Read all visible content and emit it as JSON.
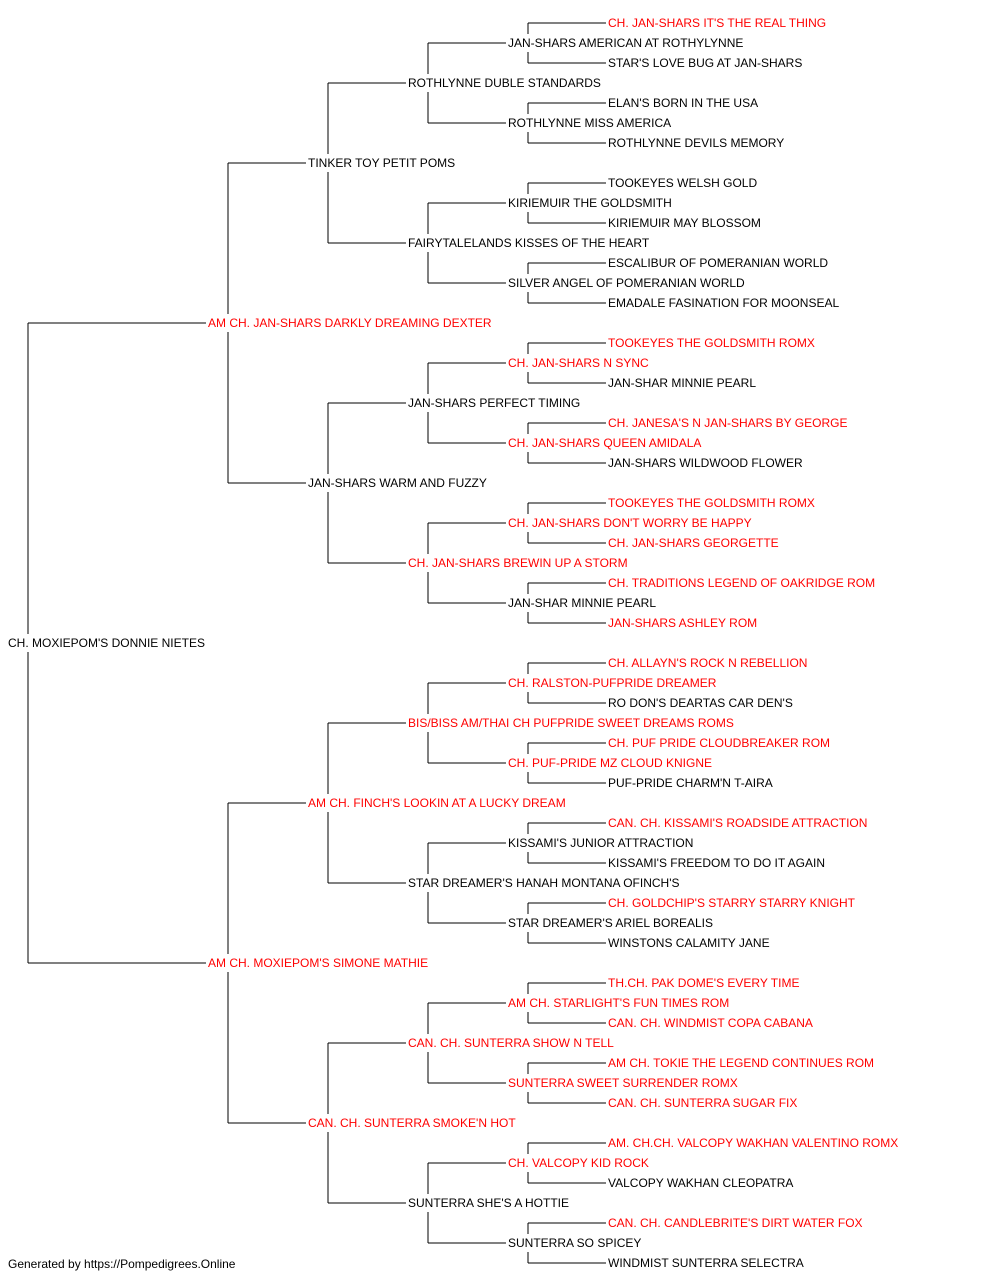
{
  "colors": {
    "champion": "#ff0000",
    "regular": "#000000",
    "line": "#000000"
  },
  "pedigree": {
    "name": "CH. MOXIEPOM'S DONNIE NIETES",
    "champion": false,
    "sire": {
      "name": "AM CH. JAN-SHARS DARKLY DREAMING DEXTER",
      "champion": true,
      "sire": {
        "name": "TINKER TOY PETIT POMS",
        "champion": false,
        "sire": {
          "name": "ROTHLYNNE DUBLE STANDARDS",
          "champion": false,
          "sire": {
            "name": "JAN-SHARS AMERICAN AT ROTHYLYNNE",
            "champion": false,
            "sire": {
              "name": "CH. JAN-SHARS IT'S THE REAL THING",
              "champion": true
            },
            "dam": {
              "name": "STAR'S LOVE BUG AT JAN-SHARS",
              "champion": false
            }
          },
          "dam": {
            "name": "ROTHLYNNE MISS AMERICA",
            "champion": false,
            "sire": {
              "name": "ELAN'S BORN IN THE USA",
              "champion": false
            },
            "dam": {
              "name": "ROTHLYNNE DEVILS MEMORY",
              "champion": false
            }
          }
        },
        "dam": {
          "name": "FAIRYTALELANDS KISSES OF THE HEART",
          "champion": false,
          "sire": {
            "name": "KIRIEMUIR THE GOLDSMITH",
            "champion": false,
            "sire": {
              "name": "TOOKEYES WELSH GOLD",
              "champion": false
            },
            "dam": {
              "name": "KIRIEMUIR MAY BLOSSOM",
              "champion": false
            }
          },
          "dam": {
            "name": "SILVER ANGEL OF POMERANIAN WORLD",
            "champion": false,
            "sire": {
              "name": "ESCALIBUR OF POMERANIAN WORLD",
              "champion": false
            },
            "dam": {
              "name": "EMADALE FASINATION FOR MOONSEAL",
              "champion": false
            }
          }
        }
      },
      "dam": {
        "name": "JAN-SHARS WARM AND FUZZY",
        "champion": false,
        "sire": {
          "name": "JAN-SHARS PERFECT TIMING",
          "champion": false,
          "sire": {
            "name": "CH. JAN-SHARS N SYNC",
            "champion": true,
            "sire": {
              "name": "TOOKEYES THE GOLDSMITH ROMX",
              "champion": true
            },
            "dam": {
              "name": "JAN-SHAR MINNIE PEARL",
              "champion": false
            }
          },
          "dam": {
            "name": "CH. JAN-SHARS QUEEN AMIDALA",
            "champion": true,
            "sire": {
              "name": "CH. JANESA'S N JAN-SHARS BY GEORGE",
              "champion": true
            },
            "dam": {
              "name": "JAN-SHARS WILDWOOD FLOWER",
              "champion": false
            }
          }
        },
        "dam": {
          "name": "CH. JAN-SHARS BREWIN UP A STORM",
          "champion": true,
          "sire": {
            "name": "CH. JAN-SHARS DON'T WORRY BE HAPPY",
            "champion": true,
            "sire": {
              "name": "TOOKEYES THE GOLDSMITH ROMX",
              "champion": true
            },
            "dam": {
              "name": "CH. JAN-SHARS GEORGETTE",
              "champion": true
            }
          },
          "dam": {
            "name": "JAN-SHAR MINNIE PEARL",
            "champion": false,
            "sire": {
              "name": "CH. TRADITIONS LEGEND OF OAKRIDGE ROM",
              "champion": true
            },
            "dam": {
              "name": "JAN-SHARS ASHLEY ROM",
              "champion": true
            }
          }
        }
      }
    },
    "dam": {
      "name": "AM CH. MOXIEPOM'S SIMONE MATHIE",
      "champion": true,
      "sire": {
        "name": "AM CH. FINCH'S LOOKIN AT A LUCKY DREAM",
        "champion": true,
        "sire": {
          "name": "BIS/BISS AM/THAI CH PUFPRIDE SWEET DREAMS ROMS",
          "champion": true,
          "sire": {
            "name": "CH. RALSTON-PUFPRIDE DREAMER",
            "champion": true,
            "sire": {
              "name": "CH. ALLAYN'S ROCK N REBELLION",
              "champion": true
            },
            "dam": {
              "name": "RO DON'S DEARTAS CAR DEN'S",
              "champion": false
            }
          },
          "dam": {
            "name": "CH. PUF-PRIDE MZ CLOUD KNIGNE",
            "champion": true,
            "sire": {
              "name": "CH. PUF PRIDE CLOUDBREAKER ROM",
              "champion": true
            },
            "dam": {
              "name": "PUF-PRIDE CHARM'N T-AIRA",
              "champion": false
            }
          }
        },
        "dam": {
          "name": "STAR DREAMER'S HANAH MONTANA OFINCH'S",
          "champion": false,
          "sire": {
            "name": "KISSAMI'S JUNIOR ATTRACTION",
            "champion": false,
            "sire": {
              "name": "CAN. CH. KISSAMI'S ROADSIDE ATTRACTION",
              "champion": true
            },
            "dam": {
              "name": "KISSAMI'S FREEDOM TO DO IT AGAIN",
              "champion": false
            }
          },
          "dam": {
            "name": "STAR DREAMER'S ARIEL BOREALIS",
            "champion": false,
            "sire": {
              "name": "CH. GOLDCHIP'S STARRY STARRY KNIGHT",
              "champion": true
            },
            "dam": {
              "name": "WINSTONS CALAMITY JANE",
              "champion": false
            }
          }
        }
      },
      "dam": {
        "name": "CAN. CH. SUNTERRA SMOKE'N HOT",
        "champion": true,
        "sire": {
          "name": "CAN. CH. SUNTERRA SHOW N TELL",
          "champion": true,
          "sire": {
            "name": "AM CH. STARLIGHT'S FUN TIMES ROM",
            "champion": true,
            "sire": {
              "name": "TH.CH. PAK DOME'S EVERY TIME",
              "champion": true
            },
            "dam": {
              "name": "CAN. CH. WINDMIST COPA CABANA",
              "champion": true
            }
          },
          "dam": {
            "name": "SUNTERRA SWEET SURRENDER ROMX",
            "champion": true,
            "sire": {
              "name": "AM CH. TOKIE THE LEGEND CONTINUES ROM",
              "champion": true
            },
            "dam": {
              "name": "CAN. CH. SUNTERRA SUGAR FIX",
              "champion": true
            }
          }
        },
        "dam": {
          "name": "SUNTERRA SHE'S A HOTTIE",
          "champion": false,
          "sire": {
            "name": "CH. VALCOPY KID ROCK",
            "champion": true,
            "sire": {
              "name": "AM. CH.CH. VALCOPY WAKHAN VALENTINO ROMX",
              "champion": true
            },
            "dam": {
              "name": "VALCOPY WAKHAN CLEOPATRA",
              "champion": false
            }
          },
          "dam": {
            "name": "SUNTERRA SO SPICEY",
            "champion": false,
            "sire": {
              "name": "CAN. CH. CANDLEBRITE'S DIRT WATER FOX",
              "champion": true
            },
            "dam": {
              "name": "WINDMIST SUNTERRA SELECTRA",
              "champion": false
            }
          }
        }
      }
    }
  },
  "footer": "Generated by https://Pompedigrees.Online"
}
